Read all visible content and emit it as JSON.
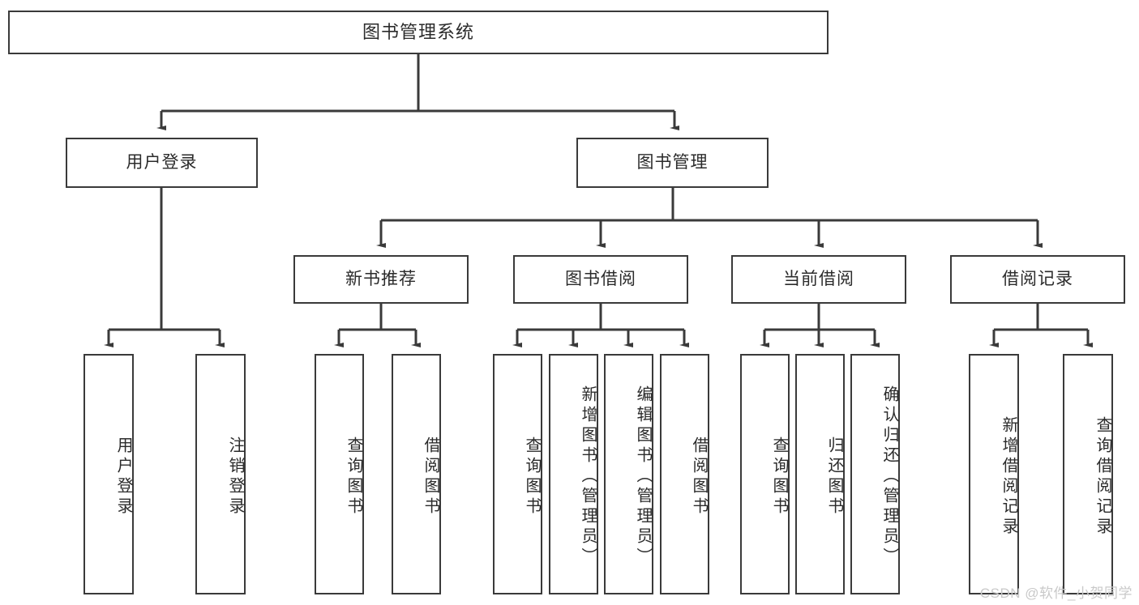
{
  "diagram": {
    "type": "tree-hierarchy-chart",
    "title_node": "图书管理系统",
    "line_color": "#3a3a3a",
    "box_fill": "#ffffff",
    "text_color": "#2b2b2b",
    "watermark": "CSDN @软件_小贺同学",
    "levels": {
      "root": {
        "label": "图书管理系统"
      },
      "level2": [
        {
          "label": "用户登录"
        },
        {
          "label": "图书管理"
        }
      ],
      "level3": [
        {
          "label": "新书推荐"
        },
        {
          "label": "图书借阅"
        },
        {
          "label": "当前借阅"
        },
        {
          "label": "借阅记录"
        }
      ],
      "leaves": [
        {
          "label": "用户登录",
          "parent": "用户登录"
        },
        {
          "label": "注销登录",
          "parent": "用户登录"
        },
        {
          "label": "查询图书",
          "parent": "新书推荐"
        },
        {
          "label": "借阅图书",
          "parent": "新书推荐"
        },
        {
          "label": "查询图书",
          "parent": "图书借阅"
        },
        {
          "label": "新增图书（管理员）",
          "parent": "图书借阅"
        },
        {
          "label": "编辑图书（管理员）",
          "parent": "图书借阅"
        },
        {
          "label": "借阅图书",
          "parent": "图书借阅"
        },
        {
          "label": "查询图书",
          "parent": "当前借阅"
        },
        {
          "label": "归还图书",
          "parent": "当前借阅"
        },
        {
          "label": "确认归还（管理员）",
          "parent": "当前借阅"
        },
        {
          "label": "新增借阅记录",
          "parent": "借阅记录"
        },
        {
          "label": "查询借阅记录",
          "parent": "借阅记录"
        }
      ]
    }
  }
}
